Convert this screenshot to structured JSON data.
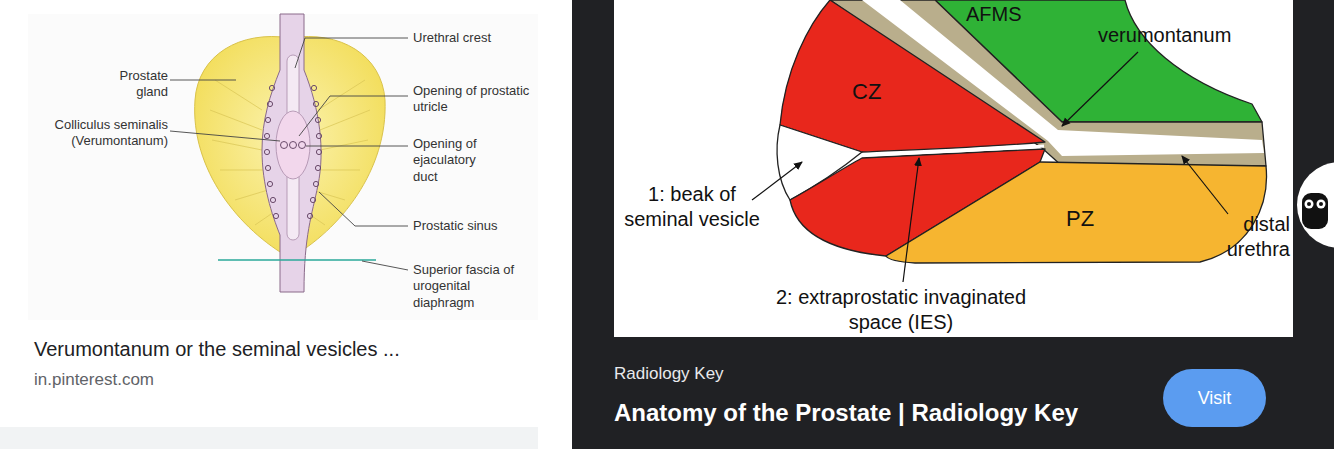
{
  "diagram": {
    "nodes": [
      {
        "text": [
          "Visit"
        ]
      }
    ],
    "labels": [
      "Urethral crest",
      "Prostate gland",
      "Opening of prostatic utricle",
      "Colliculus seminalis (Verumontanum)",
      "Opening of ejaculatory duct",
      "Prostatic sinus",
      "Superior fascia of urogenital diaphragm",
      "Verumontanum or the seminal vesicles ...",
      "in.pinterest.com",
      "AFMS",
      "verumontanum",
      "CZ",
      "1: beak of seminal vesicle",
      "PZ",
      "2: extraprostatic invaginated space (IES)",
      "distal urethra",
      "Radiology Key",
      "Anatomy of the Prostate | Radiology Key"
    ]
  }
}
